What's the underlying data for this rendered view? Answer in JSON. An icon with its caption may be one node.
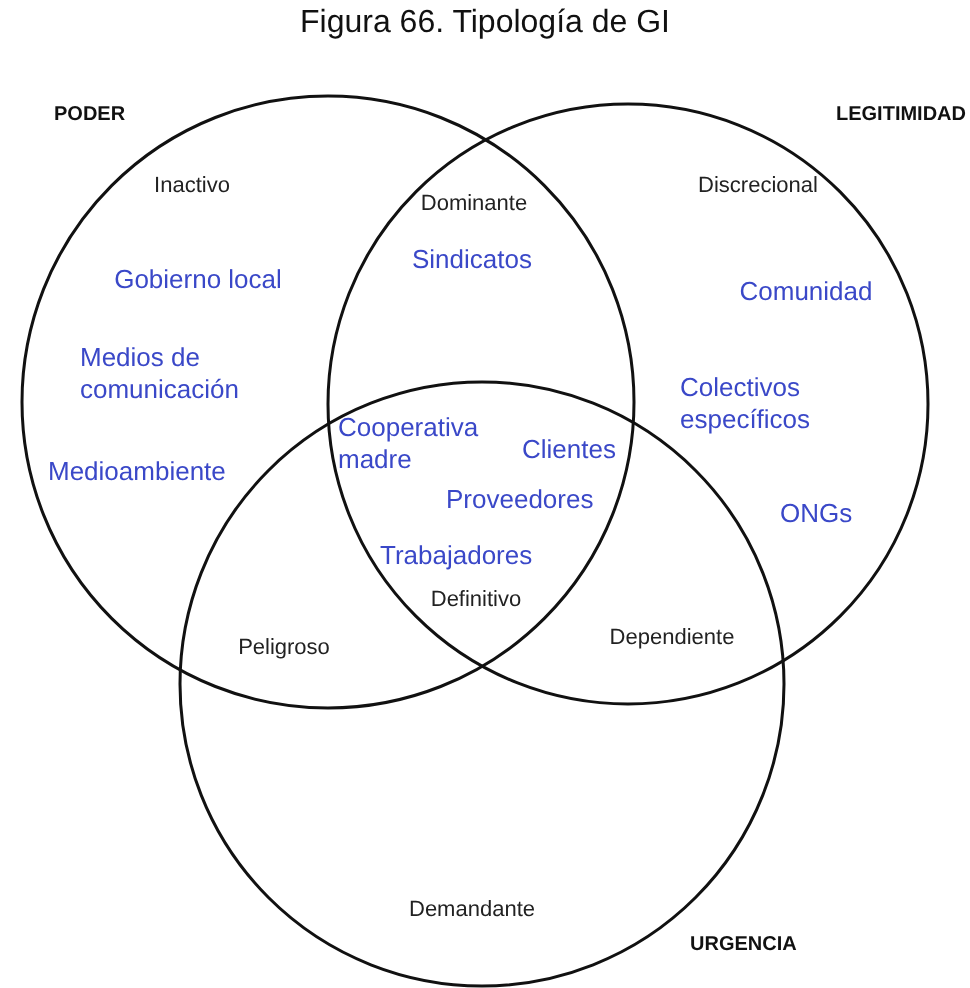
{
  "diagram": {
    "title": "Figura 66. Tipología de GI",
    "nodes": [
      {
        "text": [
          "PODER"
        ]
      },
      {
        "text": [
          "LEGITIMIDAD"
        ]
      },
      {
        "text": [
          "URGENCIA"
        ]
      }
    ],
    "labels": [
      "Inactivo",
      "Dominante",
      "Discrecional",
      "Sindicatos",
      "Gobierno local",
      "Comunidad",
      "Medios de comunicación",
      "Colectivos específicos",
      "Medioambiente",
      "Cooperativa madre",
      "Clientes",
      "Proveedores",
      "ONGs",
      "Trabajadores",
      "Definitivo",
      "Peligroso",
      "Dependiente",
      "Demandante"
    ]
  }
}
